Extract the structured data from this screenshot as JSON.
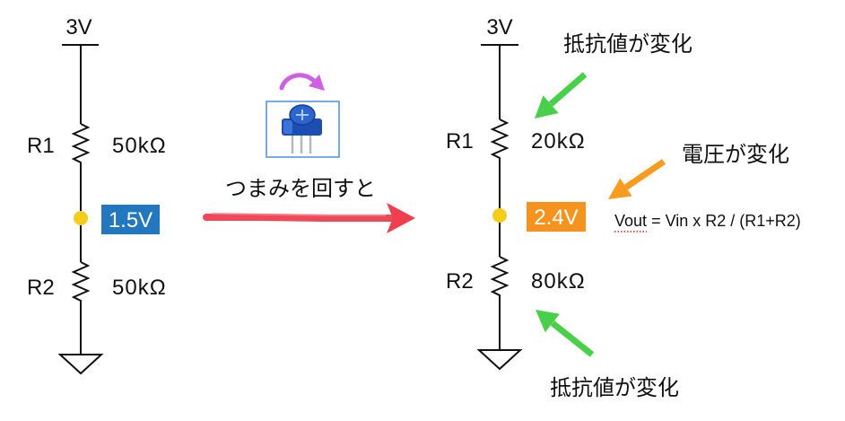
{
  "colors": {
    "node_left": "#2178bf",
    "node_right": "#f5931e",
    "node_dot": "#f4cc1a",
    "resistance_arrow": "#49cf49",
    "voltage_arrow": "#f99b1e",
    "transition_arrow": "#ee3f4e",
    "rotate_arrow": "#cf5fe3"
  },
  "left_circuit": {
    "supply_label": "3V",
    "r1": {
      "label": "R1",
      "value": "50kΩ"
    },
    "node_voltage": "1.5V",
    "r2": {
      "label": "R2",
      "value": "50kΩ"
    }
  },
  "action": {
    "icon": "potentiometer-icon",
    "caption": "つまみを回すと"
  },
  "right_circuit": {
    "supply_label": "3V",
    "r1": {
      "label": "R1",
      "value": "20kΩ"
    },
    "node_voltage": "2.4V",
    "r2": {
      "label": "R2",
      "value": "80kΩ"
    },
    "formula": {
      "vout": "Vout",
      "rest": "= Vin x R2 / (R1+R2)"
    }
  },
  "annotations": {
    "r1_change": "抵抗値が変化",
    "voltage_change": "電圧が変化",
    "r2_change": "抵抗値が変化"
  }
}
